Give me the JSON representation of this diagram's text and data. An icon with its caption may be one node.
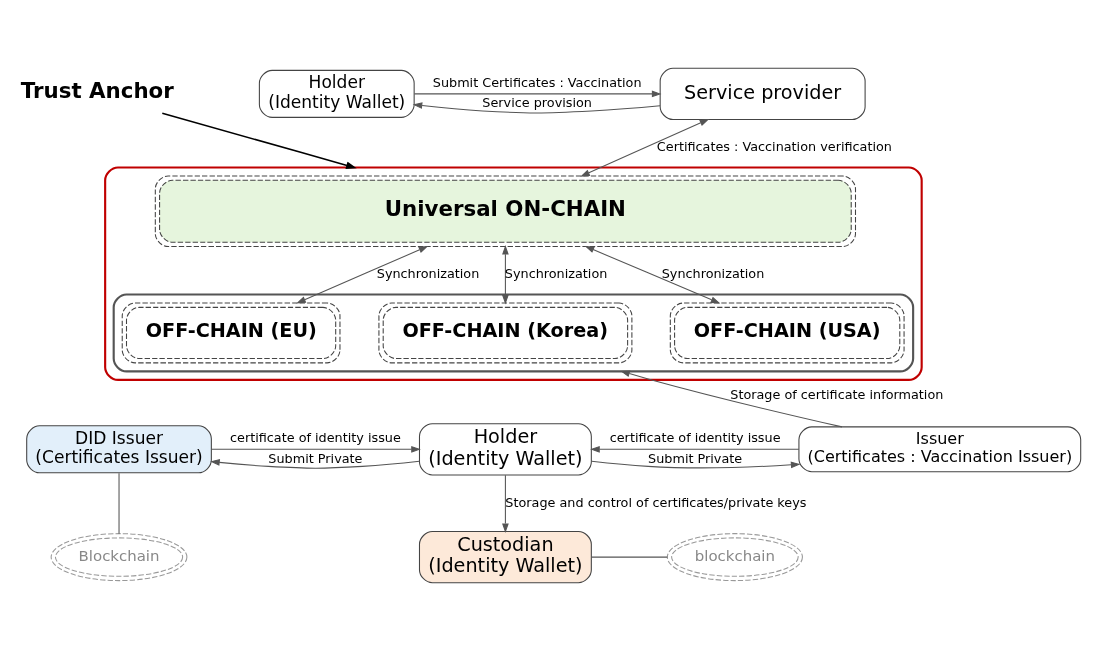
{
  "diagram": {
    "nodes": [
      {
        "text": [
          "Holder",
          "(Identity Wallet)"
        ]
      },
      {
        "text": [
          "Service provider"
        ]
      },
      {
        "text": [
          "Trust Anchor"
        ]
      },
      {
        "text": [],
        "shape": "box"
      },
      {
        "text": [
          "Universal ON-CHAIN"
        ],
        "in": 3
      },
      {
        "text": [],
        "shape": "box",
        "in": 3
      },
      {
        "text": [
          "OFF-CHAIN (EU)"
        ],
        "in": 5
      },
      {
        "text": [
          "OFF-CHAIN (Korea)"
        ],
        "in": 5
      },
      {
        "text": [
          "OFF-CHAIN (USA)"
        ],
        "in": 5
      },
      {
        "text": [
          "DID Issuer",
          "(Certificates Issuer)"
        ]
      },
      {
        "text": [
          "Holder",
          "(Identity Wallet)"
        ]
      },
      {
        "text": [
          "Issuer",
          "(Certificates : Vaccination Issuer)"
        ]
      },
      {
        "text": [
          "Blockchain"
        ]
      },
      {
        "text": [
          "Custodian",
          "(Identity Wallet)"
        ]
      },
      {
        "text": [
          "blockchain"
        ]
      }
    ],
    "edges": [
      {
        "from": 0,
        "to": 1,
        "arrow": "to",
        "label": "Submit Certificates : Vaccination"
      },
      {
        "from": 1,
        "to": 0,
        "arrow": "to",
        "label": "Service provision"
      },
      {
        "from": 2,
        "to": 3,
        "arrow": "to"
      },
      {
        "from": 1,
        "to": 4,
        "arrow": "both",
        "label": "Certificates : Vaccination verification"
      },
      {
        "from": 4,
        "to": 6,
        "arrow": "both",
        "label": "Synchronization"
      },
      {
        "from": 4,
        "to": 7,
        "arrow": "both",
        "label": "Synchronization"
      },
      {
        "from": 4,
        "to": 8,
        "arrow": "both",
        "label": "Synchronization"
      },
      {
        "from": 9,
        "to": 10,
        "arrow": "to",
        "label": "certificate of identity issue"
      },
      {
        "from": 10,
        "to": 9,
        "arrow": "to",
        "label": "Submit Private"
      },
      {
        "from": 10,
        "to": 11,
        "arrow": "to",
        "label": "Submit Private"
      },
      {
        "from": 11,
        "to": 10,
        "arrow": "to",
        "label": "certificate of identity issue"
      },
      {
        "from": 11,
        "to": 5,
        "arrow": "to",
        "label": "Storage of certificate information"
      },
      {
        "from": 9,
        "to": 12,
        "arrow": "none"
      },
      {
        "from": 10,
        "to": 13,
        "arrow": "to",
        "label": "Storage and control of certificates/private keys"
      },
      {
        "from": 13,
        "to": 14,
        "arrow": "none"
      }
    ]
  }
}
